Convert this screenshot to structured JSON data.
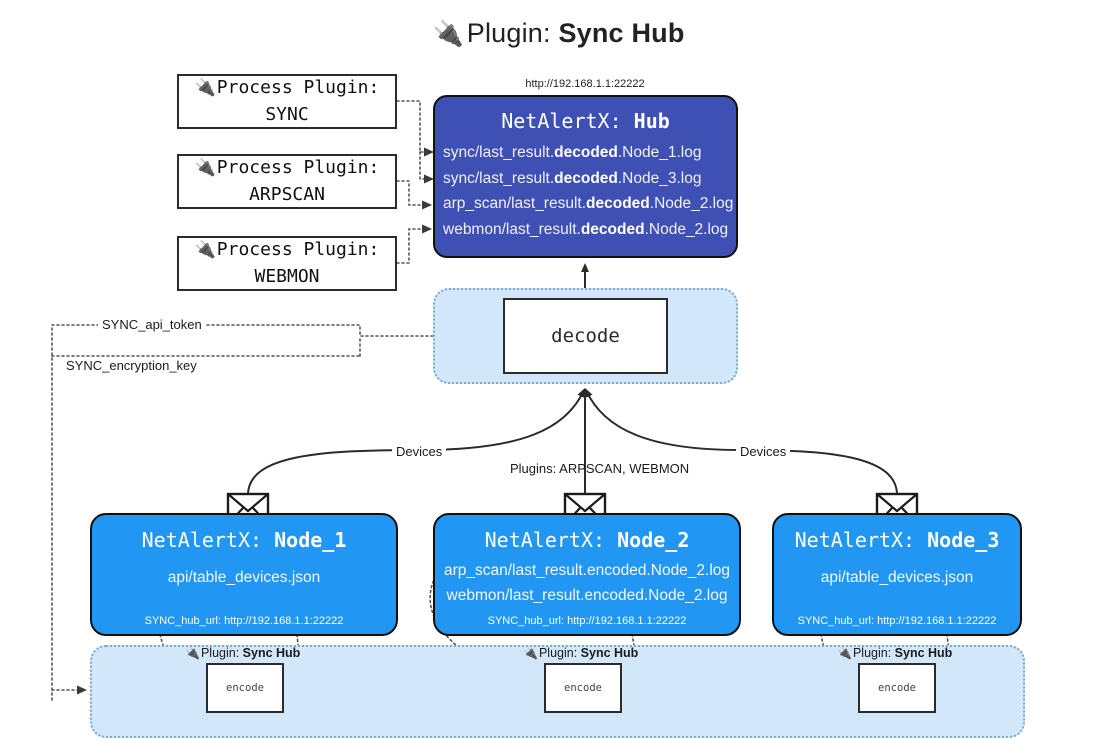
{
  "title": {
    "icon": "plug-icon",
    "prefix": "Plugin:",
    "name": "Sync Hub",
    "glyph": "🔌"
  },
  "process_plugins": [
    {
      "icon": "plug-icon",
      "line1": "Process Plugin:",
      "line2": "SYNC"
    },
    {
      "icon": "plug-icon",
      "line1": "Process Plugin:",
      "line2": "ARPSCAN"
    },
    {
      "icon": "plug-icon",
      "line1": "Process Plugin:",
      "line2": "WEBMON"
    }
  ],
  "hub": {
    "url": "http://192.168.1.1:22222",
    "title_prefix": "NetAlertX:",
    "title_name": "Hub",
    "fill_color": "#3f50b5",
    "lines": [
      {
        "pre": "sync/last_result.",
        "bold": "decoded",
        "post": ".Node_1.log"
      },
      {
        "pre": "sync/last_result.",
        "bold": "decoded",
        "post": ".Node_3.log"
      },
      {
        "pre": "arp_scan/last_result.",
        "bold": "decoded",
        "post": ".Node_2.log"
      },
      {
        "pre": "webmon/last_result.",
        "bold": "decoded",
        "post": ".Node_2.log"
      }
    ]
  },
  "decode": {
    "label": "decode",
    "container_color": "#d2e8fa"
  },
  "config_labels": {
    "api_token": "SYNC_api_token",
    "encryption_key": "SYNC_encryption_key"
  },
  "edge_labels": {
    "left_devices": "Devices",
    "center_plugins": "Plugins: ARPSCAN, WEBMON",
    "right_devices": "Devices"
  },
  "nodes": [
    {
      "title_prefix": "NetAlertX:",
      "title_name": "Node_1",
      "fill_color": "#2196f3",
      "lines": [
        "api/table_devices.json"
      ],
      "footer": "SYNC_hub_url: http://192.168.1.1:22222",
      "envelope_icon": "envelope-icon"
    },
    {
      "title_prefix": "NetAlertX:",
      "title_name": "Node_2",
      "fill_color": "#2196f3",
      "lines": [
        "arp_scan/last_result.encoded.Node_2.log",
        "webmon/last_result.encoded.Node_2.log"
      ],
      "footer": "SYNC_hub_url: http://192.168.1.1:22222",
      "envelope_icon": "envelope-icon"
    },
    {
      "title_prefix": "NetAlertX:",
      "title_name": "Node_3",
      "fill_color": "#2196f3",
      "lines": [
        "api/table_devices.json"
      ],
      "footer": "SYNC_hub_url: http://192.168.1.1:22222",
      "envelope_icon": "envelope-icon"
    }
  ],
  "encoders": [
    {
      "tag_prefix": "Plugin:",
      "tag_name": "Sync Hub",
      "label": "encode"
    },
    {
      "tag_prefix": "Plugin:",
      "tag_name": "Sync Hub",
      "label": "encode"
    },
    {
      "tag_prefix": "Plugin:",
      "tag_name": "Sync Hub",
      "label": "encode"
    }
  ]
}
